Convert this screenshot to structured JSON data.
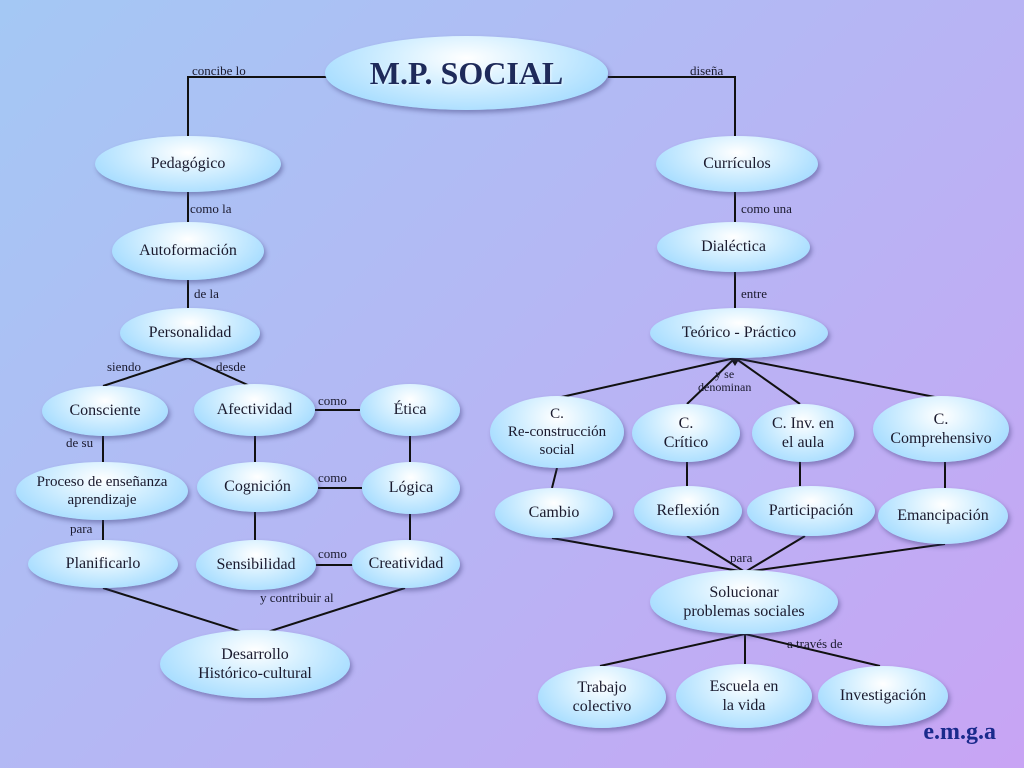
{
  "title": "M.P. SOCIAL",
  "nodes": {
    "pedagogico": "Pedagógico",
    "curriculos": "Currículos",
    "autoformacion": "Autoformación",
    "dialectica": "Dialéctica",
    "personalidad": "Personalidad",
    "teorico_practico": "Teórico - Práctico",
    "consciente": "Consciente",
    "afectividad": "Afectividad",
    "etica": "Ética",
    "proceso": "Proceso de enseñanza\naprendizaje",
    "cognicion": "Cognición",
    "logica": "Lógica",
    "planificarlo": "Planificarlo",
    "sensibilidad": "Sensibilidad",
    "creatividad": "Creatividad",
    "desarrollo": "Desarrollo\nHistórico-cultural",
    "c_reconstruccion": "C.\nRe-construcción\nsocial",
    "c_critico": "C.\nCrítico",
    "c_inv": "C. Inv. en\nel aula",
    "c_comprehensivo": "C.\nComprehensivo",
    "cambio": "Cambio",
    "reflexion": "Reflexión",
    "participacion": "Participación",
    "emancipacion": "Emancipación",
    "solucionar": "Solucionar\nproblemas sociales",
    "trabajo": "Trabajo\ncolectivo",
    "escuela": "Escuela en\nla vida",
    "investigacion": "Investigación"
  },
  "labels": {
    "concibe_lo": "concibe lo",
    "disena": "diseña",
    "como_la": "como la",
    "como_una": "como una",
    "de_la": "de la",
    "entre": "entre",
    "siendo": "siendo",
    "desde": "desde",
    "y_se_denominan": "y se\ndenominan",
    "como_1": "como",
    "como_2": "como",
    "como_3": "como",
    "de_su": "de su",
    "para_1": "para",
    "y_contribuir_al": "y contribuir al",
    "para_2": "para",
    "a_traves_de": "a través de"
  },
  "signature": "e.m.g.a",
  "colors": {
    "background_start": "#a4c8f4",
    "background_end": "#c8a4f4",
    "node_fill": "#8fd3ff",
    "line": "#111111",
    "signature": "#1a2a8c"
  }
}
